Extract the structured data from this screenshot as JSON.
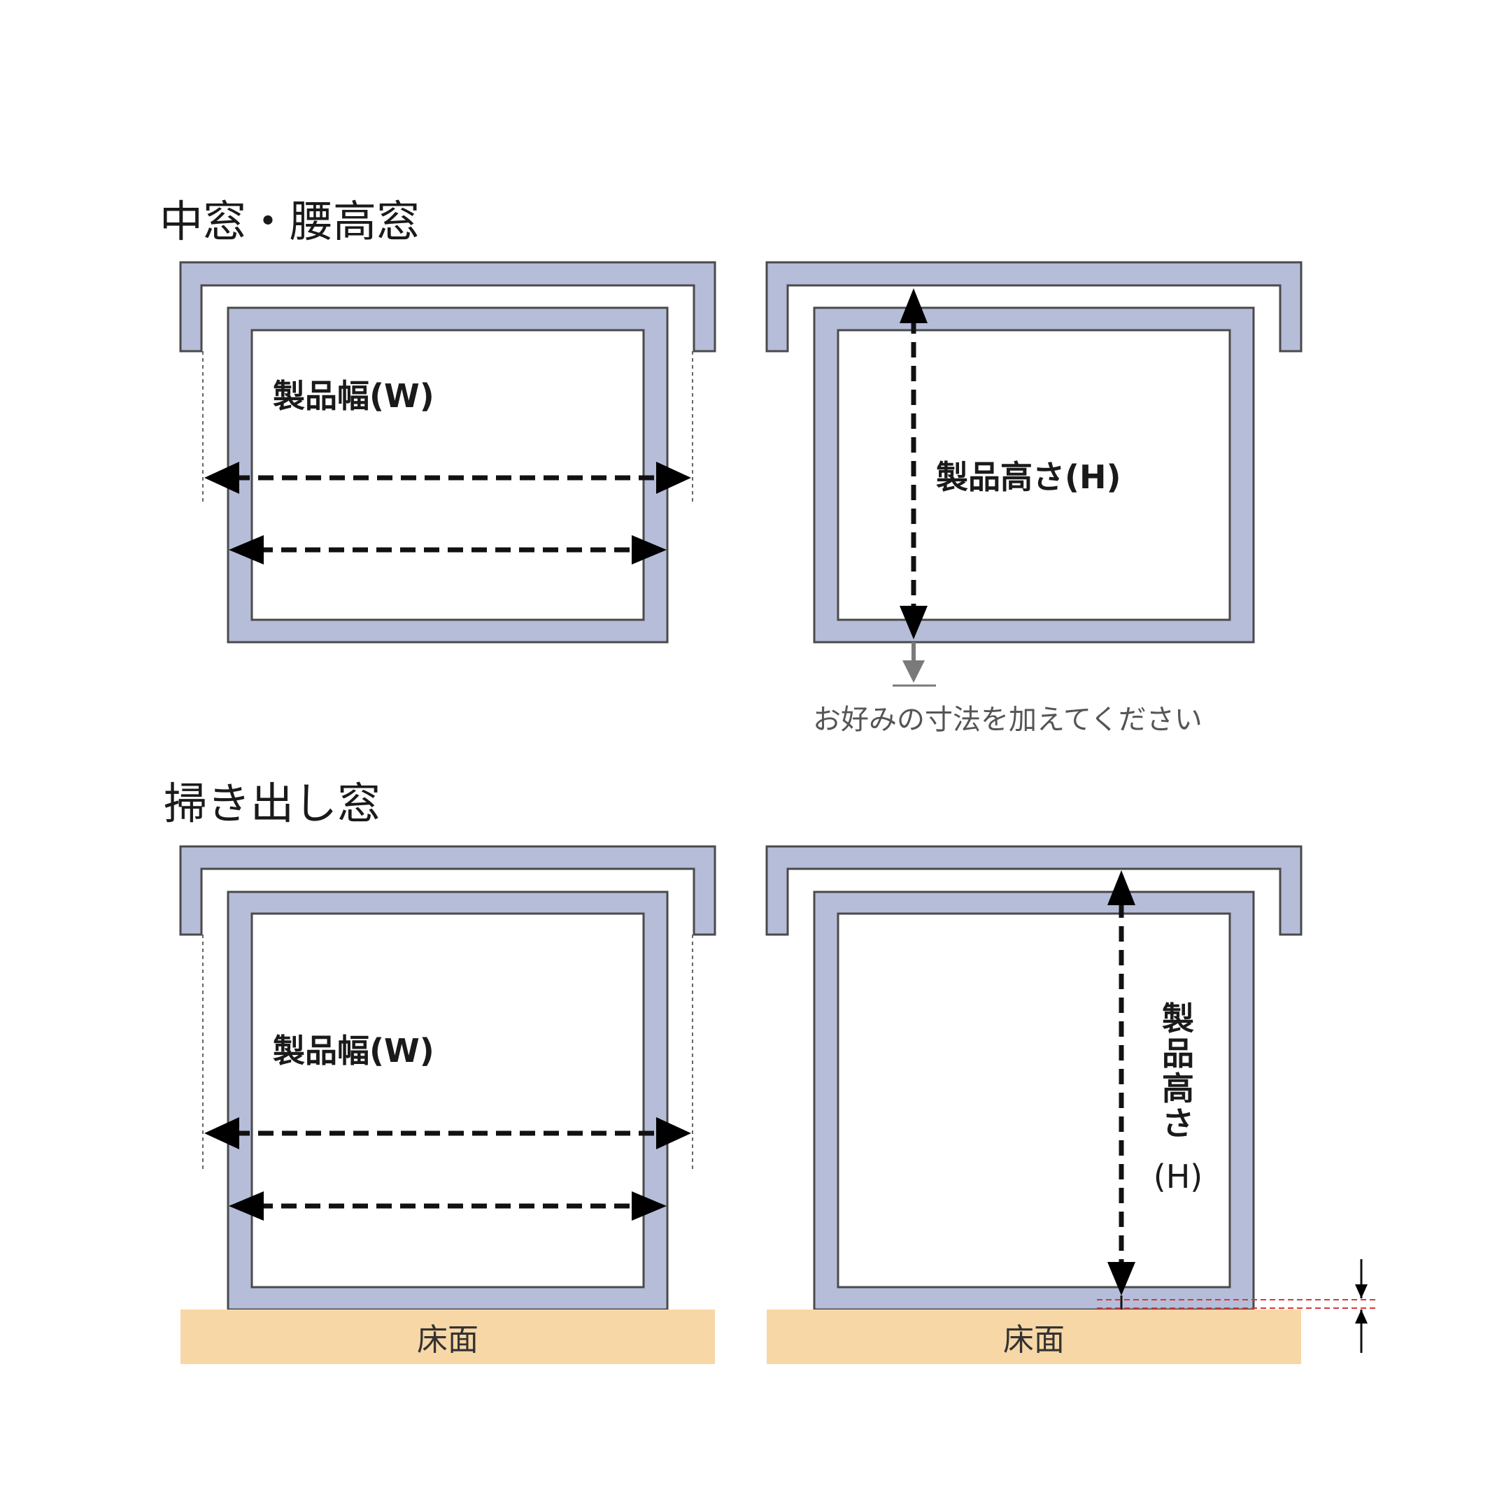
{
  "sections": [
    {
      "title": "中窓・腰高窓",
      "width_label": "製品幅(W)",
      "height_label": "製品高さ(H)",
      "note": "お好みの寸法を加えてください"
    },
    {
      "title": "掃き出し窓",
      "width_label": "製品幅(W)",
      "height_label_chars": [
        "製",
        "品",
        "高",
        "さ"
      ],
      "height_label_unit": "(H)",
      "floor_label_left": "床面",
      "floor_label_right": "床面"
    }
  ],
  "colors": {
    "frame": "#b6bdd9",
    "floor": "#f8d7a6",
    "arrow": "#111111",
    "note_arrow": "#7a7a7a",
    "clearance_marker": "#d23a3a"
  }
}
